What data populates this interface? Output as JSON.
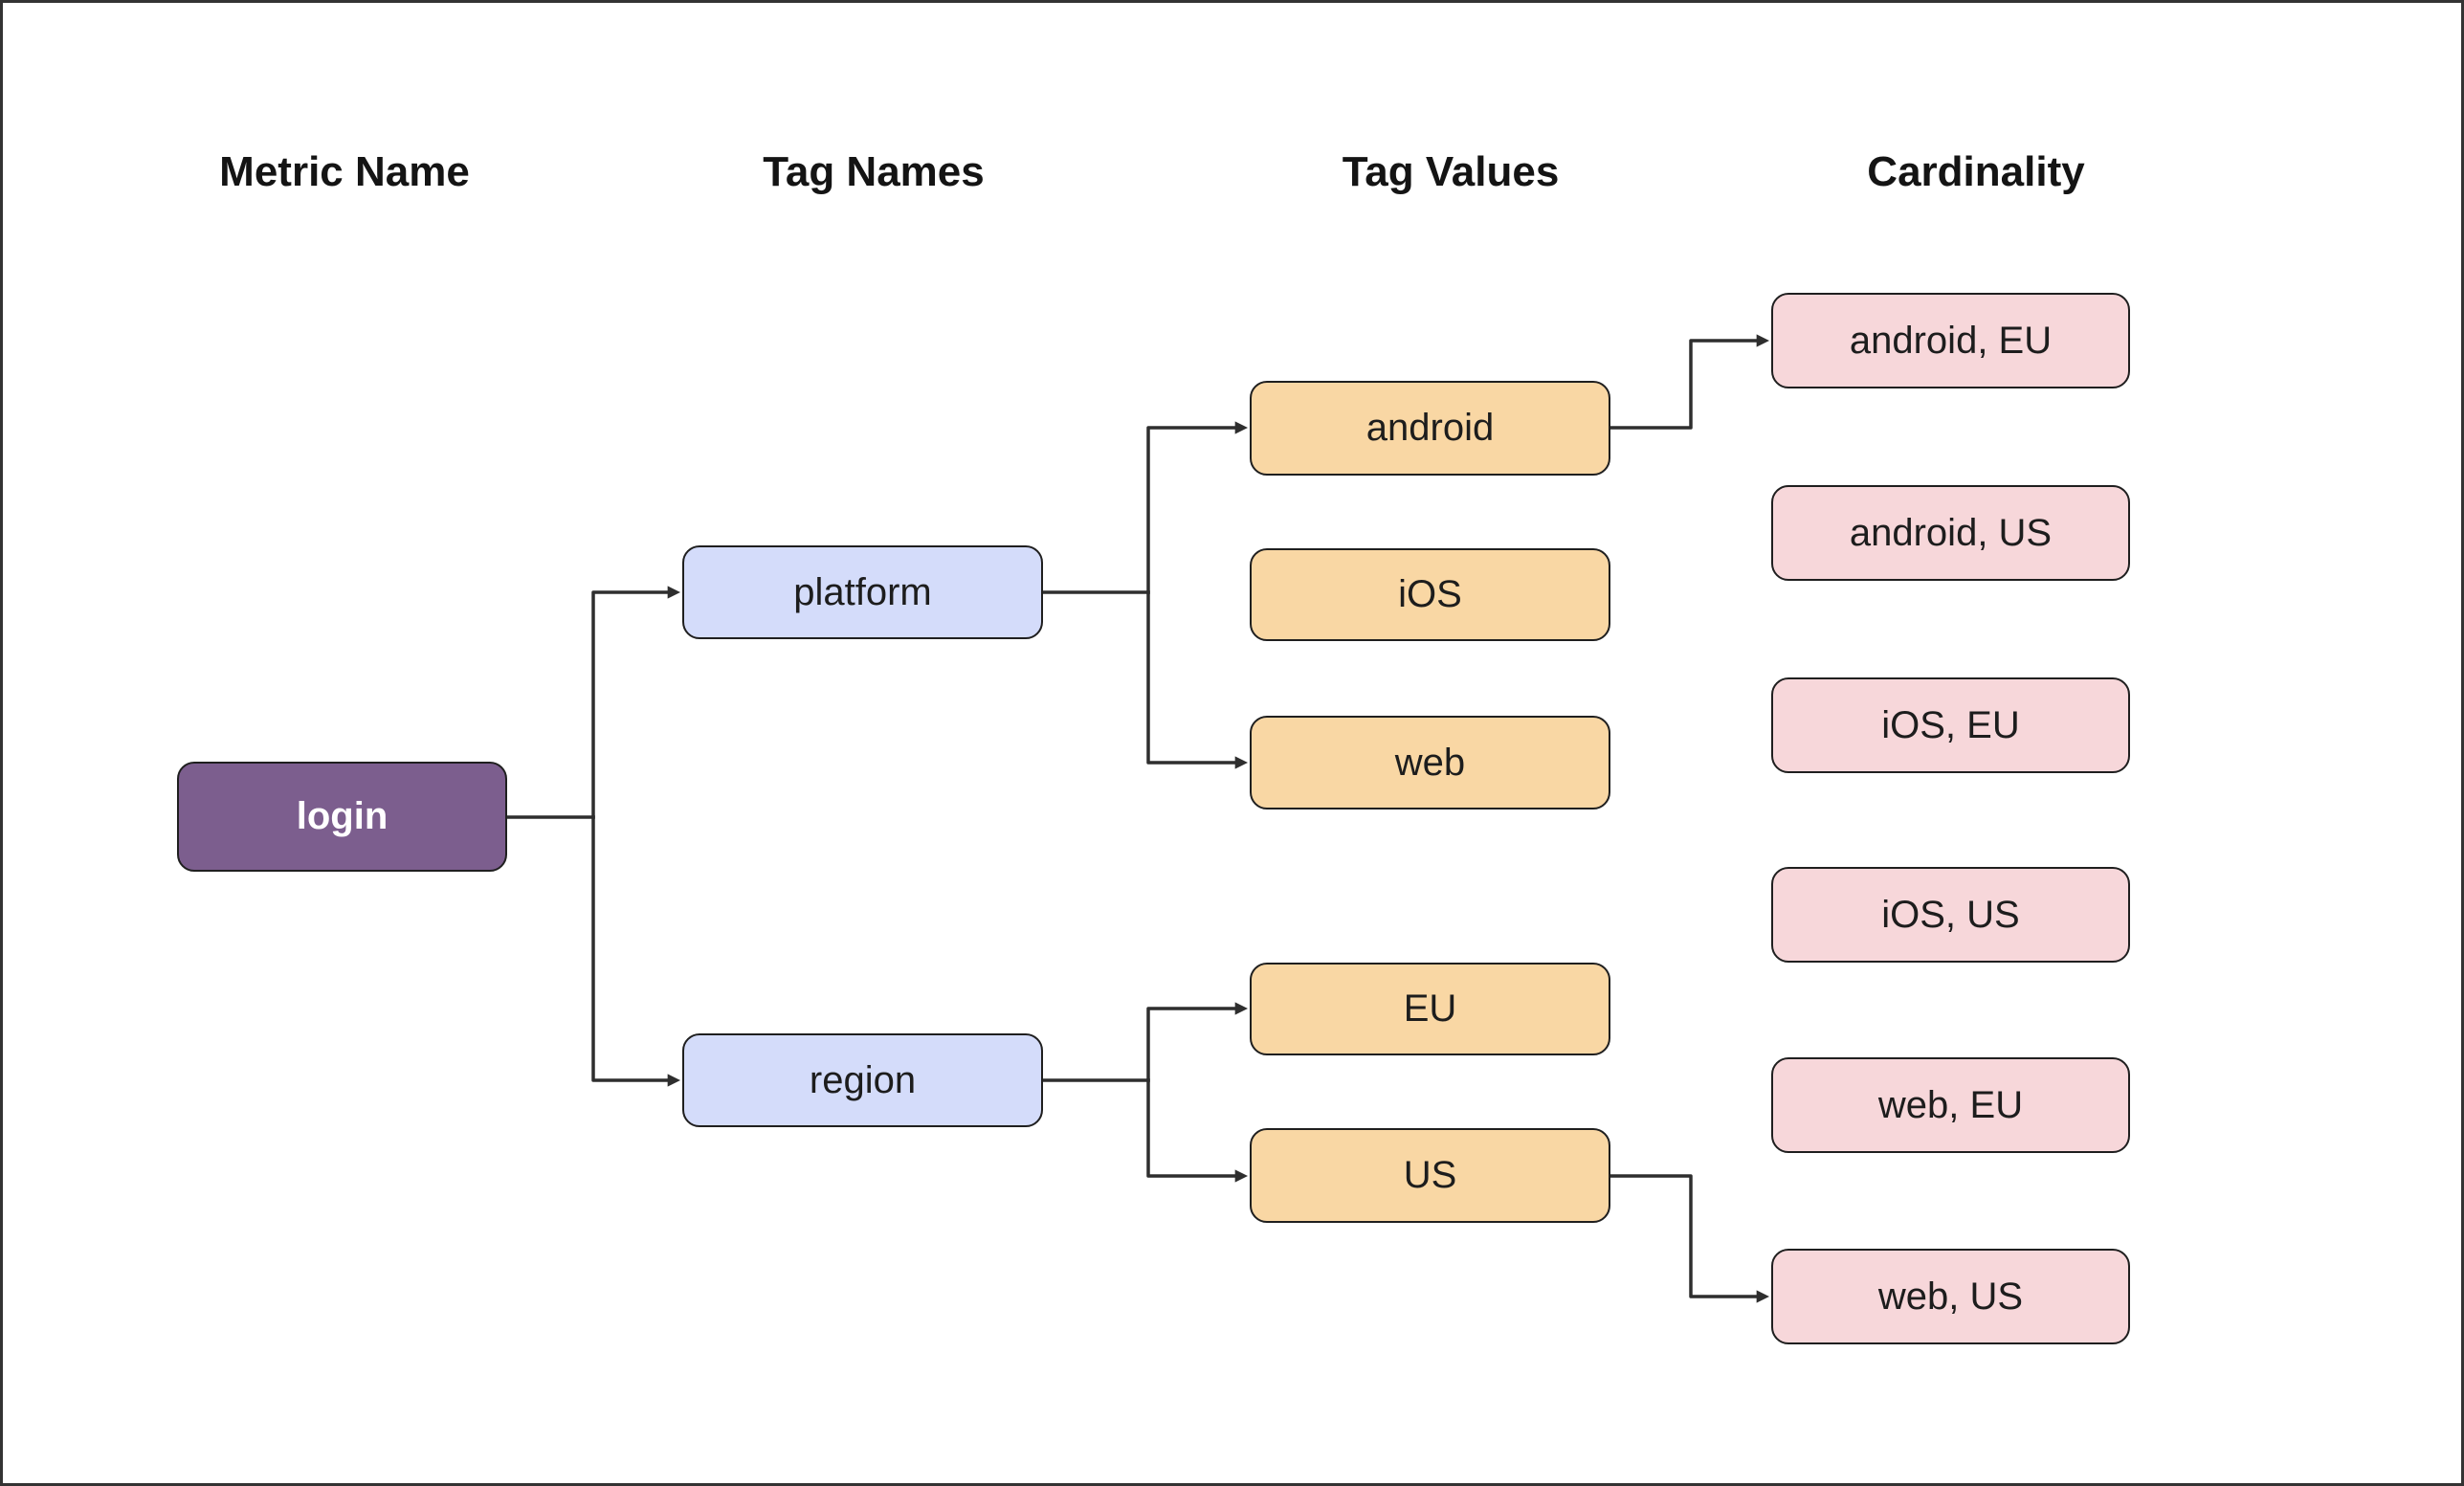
{
  "diagram": {
    "headers": [
      {
        "label": "Metric Name"
      },
      {
        "label": "Tag Names"
      },
      {
        "label": "Tag Values"
      },
      {
        "label": "Cardinality"
      }
    ],
    "metric": {
      "label": "login"
    },
    "tag_names": [
      {
        "label": "platform"
      },
      {
        "label": "region"
      }
    ],
    "tag_values": [
      {
        "label": "android"
      },
      {
        "label": "iOS"
      },
      {
        "label": "web"
      },
      {
        "label": "EU"
      },
      {
        "label": "US"
      }
    ],
    "cardinality": [
      {
        "label": "android, EU"
      },
      {
        "label": "android, US"
      },
      {
        "label": "iOS, EU"
      },
      {
        "label": "iOS, US"
      },
      {
        "label": "web, EU"
      },
      {
        "label": "web, US"
      }
    ],
    "edges": [
      {
        "from": "login",
        "to": "platform",
        "arrow": true
      },
      {
        "from": "login",
        "to": "region",
        "arrow": true
      },
      {
        "from": "platform",
        "to": "android",
        "arrow": true
      },
      {
        "from": "platform",
        "to": "web",
        "arrow": true
      },
      {
        "from": "region",
        "to": "EU",
        "arrow": true
      },
      {
        "from": "region",
        "to": "US",
        "arrow": true
      },
      {
        "from": "android",
        "to": "android, EU",
        "arrow": true
      },
      {
        "from": "US",
        "to": "web, US",
        "arrow": true
      }
    ],
    "colors": {
      "metric_fill": "#7C5E8E",
      "metric_text": "#FFFFFF",
      "tag_name_fill": "#D4DCFA",
      "tag_value_fill": "#F9D7A4",
      "cardinality_fill": "#F7D7DA",
      "node_border": "#1F1F1F",
      "node_text": "#1D1D1D",
      "line": "#2E2E2E",
      "canvas_border": "#333333",
      "background": "#FFFFFF"
    }
  }
}
